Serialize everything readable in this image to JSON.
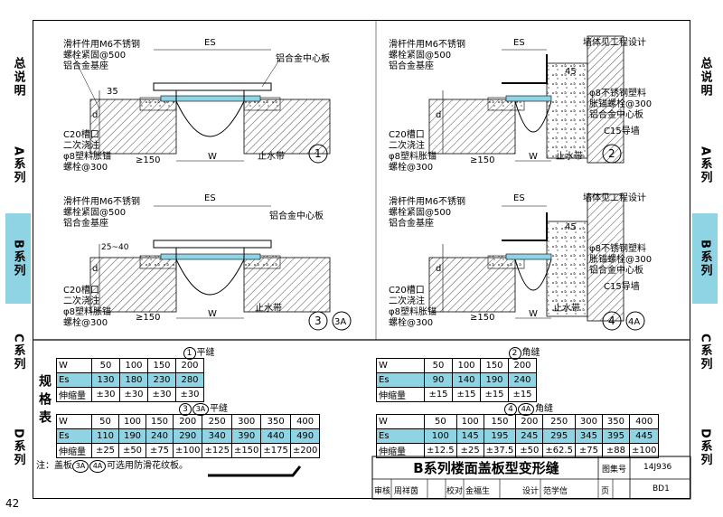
{
  "side_left": [
    {
      "label": "总说明",
      "active": false
    },
    {
      "label": "A系列",
      "active": false
    },
    {
      "label": "B系列",
      "active": true
    },
    {
      "label": "C系列",
      "active": false
    },
    {
      "label": "D系列",
      "active": false
    }
  ],
  "side_right": [
    {
      "label": "总说明",
      "active": false
    },
    {
      "label": "A系列",
      "active": false
    },
    {
      "label": "B系列",
      "active": true
    },
    {
      "label": "C系列",
      "active": false
    },
    {
      "label": "D系列",
      "active": false
    }
  ],
  "page_number": "42",
  "drawings": {
    "d1": {
      "num": "1",
      "es": "ES",
      "l1": "滑杆件用M6不锈钢",
      "l2": "螺栓紧固@500",
      "l3": "铝合金基座",
      "r1": "铝合金中心板",
      "b1": "C20槽口",
      "b2": "二次浇注",
      "b3": "φ8塑料胀锚",
      "b4": "螺栓@300",
      "dim35": "35",
      "dimd": "d",
      "dim150": "≥150",
      "dimw": "W",
      "zs": "止水带"
    },
    "d2": {
      "num": "2",
      "es": "ES",
      "l1": "滑杆件用M6不锈钢",
      "l2": "螺栓紧固@500",
      "l3": "铝合金基座",
      "r1": "墙体见工程设计",
      "r2": "φ8不锈钢塑料",
      "r3": "胀锚螺栓@300",
      "r4": "铝合金中心板",
      "r5": "C15导墙",
      "b1": "C20槽口",
      "b2": "二次浇注",
      "b3": "φ8塑料胀锚",
      "b4": "螺栓@300",
      "dim45": "45",
      "dimd": "d",
      "dim150": "≥150",
      "dimw": "W",
      "zs": "止水带"
    },
    "d3": {
      "num": "3",
      "num2": "3A",
      "es": "ES",
      "l1": "滑杆件用M6不锈钢",
      "l2": "螺栓紧固@500",
      "l3": "铝合金基座",
      "r1": "铝合金中心板",
      "b1": "C20槽口",
      "b2": "二次浇注",
      "b3": "φ8塑料胀锚",
      "b4": "螺栓@300",
      "dim25": "25~40",
      "dimd": "d",
      "dim150": "≥150",
      "dimw": "W",
      "zs": "止水带"
    },
    "d4": {
      "num": "4",
      "num2": "4A",
      "es": "ES",
      "l1": "滑杆件用M6不锈钢",
      "l2": "螺栓紧固@500",
      "l3": "铝合金基座",
      "r1": "墙体见工程设计",
      "r2": "φ8不锈钢塑料",
      "r3": "胀锚螺栓@300",
      "r4": "铝合金中心板",
      "r5": "C15导墙",
      "b1": "C20槽口",
      "b2": "二次浇注",
      "b3": "φ8塑料胀锚",
      "b4": "螺栓@300",
      "dim45": "45",
      "dimd": "d",
      "dim150": "≥150",
      "dimw": "W",
      "zs": "止水带"
    }
  },
  "spec_label": "规格表",
  "table1": {
    "num": "1",
    "title": "平缝",
    "rows": [
      {
        "head": "W",
        "cells": [
          "50",
          "100",
          "150",
          "200"
        ],
        "hl": false
      },
      {
        "head": "Es",
        "cells": [
          "130",
          "180",
          "230",
          "280"
        ],
        "hl": true
      },
      {
        "head": "伸缩量",
        "cells": [
          "±30",
          "±30",
          "±30",
          "±30"
        ],
        "hl": false
      }
    ]
  },
  "table2": {
    "num": "2",
    "title": "角缝",
    "rows": [
      {
        "head": "W",
        "cells": [
          "50",
          "100",
          "150",
          "200"
        ],
        "hl": false
      },
      {
        "head": "Es",
        "cells": [
          "90",
          "140",
          "190",
          "240"
        ],
        "hl": true
      },
      {
        "head": "伸缩量",
        "cells": [
          "±15",
          "±15",
          "±15",
          "±15"
        ],
        "hl": false
      }
    ]
  },
  "table3": {
    "num": "3",
    "num2": "3A",
    "title": "平缝",
    "rows": [
      {
        "head": "W",
        "cells": [
          "50",
          "100",
          "150",
          "200",
          "250",
          "300",
          "350",
          "400"
        ],
        "hl": false
      },
      {
        "head": "Es",
        "cells": [
          "110",
          "190",
          "240",
          "290",
          "340",
          "390",
          "440",
          "490"
        ],
        "hl": true
      },
      {
        "head": "伸缩量",
        "cells": [
          "±25",
          "±50",
          "±75",
          "±100",
          "±125",
          "±150",
          "±175",
          "±200"
        ],
        "hl": false
      }
    ]
  },
  "table4": {
    "num": "4",
    "num2": "4A",
    "title": "角缝",
    "rows": [
      {
        "head": "W",
        "cells": [
          "50",
          "100",
          "150",
          "200",
          "250",
          "300",
          "350",
          "400"
        ],
        "hl": false
      },
      {
        "head": "Es",
        "cells": [
          "100",
          "145",
          "195",
          "245",
          "295",
          "345",
          "395",
          "445"
        ],
        "hl": true
      },
      {
        "head": "伸缩量",
        "cells": [
          "±12.5",
          "±25",
          "±37.5",
          "±50",
          "±62.5",
          "±75",
          "±88",
          "±100"
        ],
        "hl": false
      }
    ]
  },
  "note": {
    "prefix": "注：盖板",
    "c1": "3A",
    "c2": "4A",
    "suffix": "可选用防滑花纹板。"
  },
  "title": "B系列楼面盖板型变形缝",
  "titleblock": {
    "atlas_label": "图集号",
    "atlas_value": "14J936",
    "page_label": "页",
    "page_value": "BD1",
    "review": "审核",
    "review_name": "周祥茵",
    "check": "校对",
    "check_name": "金福生",
    "design": "设计",
    "design_name": "范学信"
  }
}
